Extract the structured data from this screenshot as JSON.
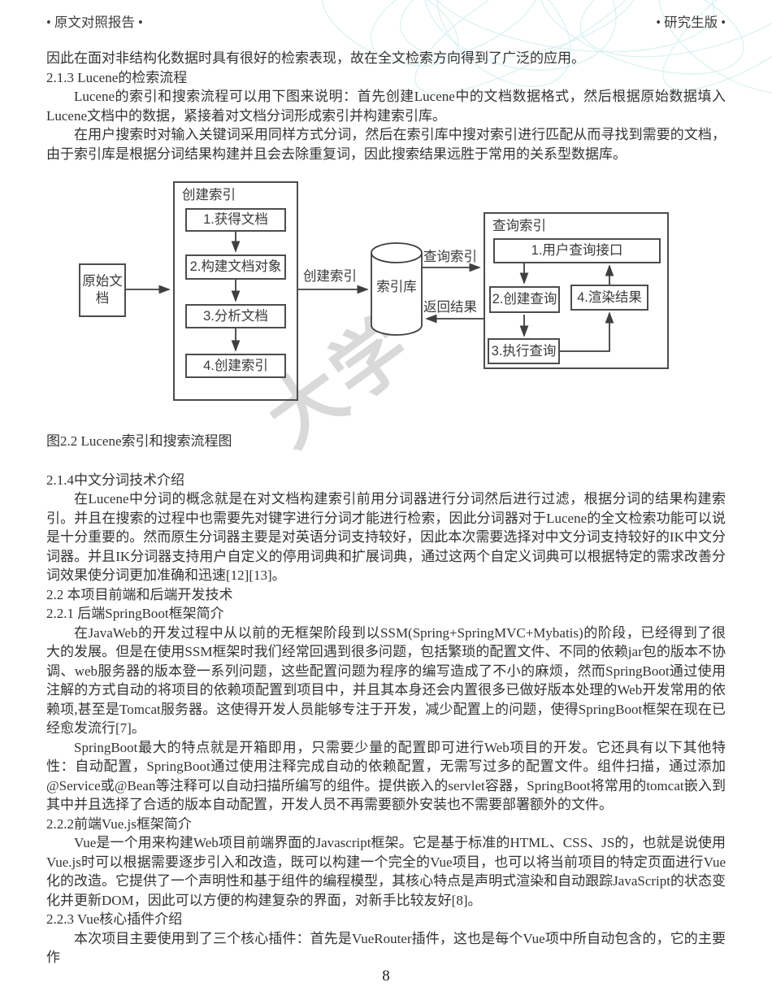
{
  "page": {
    "header_left": "• 原文对照报告 •",
    "header_right": "• 研究生版 •",
    "page_number": "8"
  },
  "content": {
    "para_intro": "因此在面对非结构化数据时具有很好的检索表现，故在全文检索方向得到了广泛的应用。",
    "heading_213": "2.1.3 Lucene的检索流程",
    "para_213_1": "Lucene的索引和搜索流程可以用下图来说明：首先创建Lucene中的文档数据格式，然后根据原始数据填入Lucene文档中的数据，紧接着对文档分词形成索引并构建索引库。",
    "para_213_2": "在用户搜索时对输入关键词采用同样方式分词，然后在索引库中搜对索引进行匹配从而寻找到需要的文档，由于索引库是根据分词结果构建并且会去除重复词，因此搜索结果远胜于常用的关系型数据库。",
    "figure_caption": "图2.2 Lucene索引和搜索流程图",
    "heading_214": "2.1.4中文分词技术介绍",
    "para_214": "在Lucene中分词的概念就是在对文档构建索引前用分词器进行分词然后进行过滤，根据分词的结果构建索引。并且在搜索的过程中也需要先对键字进行分词才能进行检索，因此分词器对于Lucene的全文检索功能可以说是十分重要的。然而原生分词器主要是对英语分词支持较好，因此本次需要选择对中文分词支持较好的IK中文分词器。并且IK分词器支持用户自定义的停用词典和扩展词典，通过这两个自定义词典可以根据特定的需求改善分词效果使分词更加准确和迅速[12][13]。",
    "heading_22": "2.2 本项目前端和后端开发技术",
    "heading_221": "2.2.1 后端SpringBoot框架简介",
    "para_221_1": "在JavaWeb的开发过程中从以前的无框架阶段到以SSM(Spring+SpringMVC+Mybatis)的阶段，已经得到了很大的发展。但是在使用SSM框架时我们经常回遇到很多问题，包括繁琐的配置文件、不同的依赖jar包的版本不协调、web服务器的版本登一系列问题，这些配置问题为程序的编写造成了不小的麻烦，然而SpringBoot通过使用注解的方式自动的将项目的依赖项配置到项目中，并且其本身还会内置很多已做好版本处理的Web开发常用的依赖项,甚至是Tomcat服务器。这使得开发人员能够专注于开发，减少配置上的问题，使得SpringBoot框架在现在已经愈发流行[7]。",
    "para_221_2": "SpringBoot最大的特点就是开箱即用，只需要少量的配置即可进行Web项目的开发。它还具有以下其他特性：自动配置，SpringBoot通过使用注释完成自动的依赖配置，无需写过多的配置文件。组件扫描，通过添加@Service或@Bean等注释可以自动扫描所编写的组件。提供嵌入的servlet容器，SpringBoot将常用的tomcat嵌入到其中并且选择了合适的版本自动配置，开发人员不再需要额外安装也不需要部署额外的文件。",
    "heading_222": "2.2.2前端Vue.js框架简介",
    "para_222": "Vue是一个用来构建Web项目前端界面的Javascript框架。它是基于标准的HTML、CSS、JS的，也就是说使用Vue.js时可以根据需要逐步引入和改造，既可以构建一个完全的Vue项目，也可以将当前项目的特定页面进行Vue化的改造。它提供了一个声明性和基于组件的编程模型，其核心特点是声明式渲染和自动跟踪JavaScript的状态变化并更新DOM，因此可以方便的构建复杂的界面，对新手比较友好[8]。",
    "heading_223": "2.2.3 Vue核心插件介绍",
    "para_223": "本次项目主要使用到了三个核心插件：首先是VueRouter插件，这也是每个Vue项中所自动包含的，它的主要作"
  },
  "diagram": {
    "source_box": "原始文档",
    "create_group_label": "创建索引",
    "create_steps": [
      "1.获得文档",
      "2.构建文档对象",
      "3.分析文档",
      "4.创建索引"
    ],
    "db_label": "索引库",
    "arrow_create_label": "创建索引",
    "arrow_query_label": "查询索引",
    "arrow_return_label": "返回结果",
    "query_group_label": "查询索引",
    "query_steps": [
      "1.用户查询接口",
      "2.创建查询",
      "3.执行查询",
      "4.渲染结果"
    ],
    "watermark_text": "大学",
    "colors": {
      "stroke": "#4d4d4d",
      "deco": "#cdeaea",
      "watermark": "#d9d9d9"
    }
  }
}
